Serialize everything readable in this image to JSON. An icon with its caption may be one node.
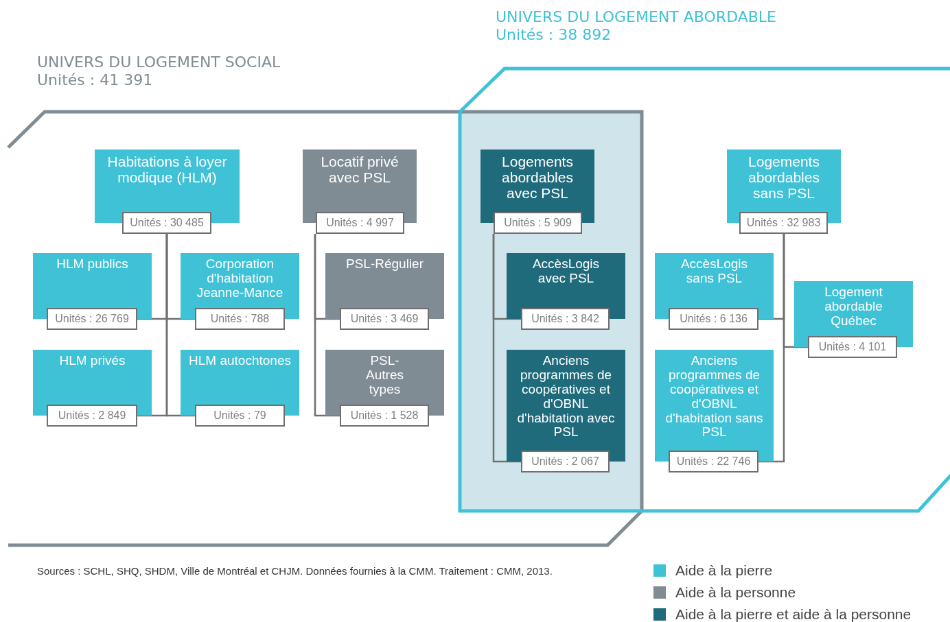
{
  "diagram": {
    "nodes": [
      {
        "text": [
          "UNIVERS DU LOGEMENT SOCIAL",
          "Unités : 41 391"
        ]
      },
      {
        "text": [
          "UNIVERS DU LOGEMENT ABORDABLE",
          "Unités : 38 892"
        ]
      },
      {
        "text": [
          "Habitations à loyer modique (HLM)",
          "Unités : 30 485"
        ],
        "in": 0
      },
      {
        "text": [
          "Locatif privé avec PSL",
          "Unités : 4 997"
        ],
        "in": 0
      },
      {
        "text": [
          "Logements abordables avec PSL",
          "Unités : 5 909"
        ]
      },
      {
        "text": [
          "Logements abordables sans PSL",
          "Unités : 32 983"
        ],
        "in": 1
      },
      {
        "text": [
          "HLM publics",
          "Unités : 26 769"
        ],
        "in": 0
      },
      {
        "text": [
          "Corporation d'habitation Jeanne-Mance",
          "Unités : 788"
        ],
        "in": 0
      },
      {
        "text": [
          "PSL-Régulier",
          "Unités : 3 469"
        ],
        "in": 0
      },
      {
        "text": [
          "AccèsLogis avec PSL",
          "Unités : 3 842"
        ]
      },
      {
        "text": [
          "AccèsLogis sans PSL",
          "Unités : 6 136"
        ],
        "in": 1
      },
      {
        "text": [
          "Logement abordable Québec",
          "Unités : 4 101"
        ],
        "in": 1
      },
      {
        "text": [
          "HLM privés",
          "Unités : 2 849"
        ],
        "in": 0
      },
      {
        "text": [
          "HLM autochtones",
          "Unités : 79"
        ],
        "in": 0
      },
      {
        "text": [
          "PSL- Autres types",
          "Unités : 1 528"
        ],
        "in": 0
      },
      {
        "text": [
          "Anciens programmes de coopératives et d'OBNL d'habitation avec PSL",
          "Unités : 2 067"
        ]
      },
      {
        "text": [
          "Anciens programmes de coopératives et d'OBNL d'habitation sans PSL",
          "Unités : 22 746"
        ],
        "in": 1
      }
    ],
    "edges": [
      {
        "from": 2,
        "to": 6,
        "arrow": "none"
      },
      {
        "from": 2,
        "to": 7,
        "arrow": "none"
      },
      {
        "from": 2,
        "to": 12,
        "arrow": "none"
      },
      {
        "from": 2,
        "to": 13,
        "arrow": "none"
      },
      {
        "from": 3,
        "to": 8,
        "arrow": "none"
      },
      {
        "from": 3,
        "to": 14,
        "arrow": "none"
      },
      {
        "from": 4,
        "to": 9,
        "arrow": "none"
      },
      {
        "from": 4,
        "to": 15,
        "arrow": "none"
      },
      {
        "from": 5,
        "to": 10,
        "arrow": "none"
      },
      {
        "from": 5,
        "to": 11,
        "arrow": "none"
      },
      {
        "from": 5,
        "to": 16,
        "arrow": "none"
      }
    ],
    "labels": [
      "Sources : SCHL, SHQ, SHDM, Ville de Montréal et CHJM. Données fournies à la CMM. Traitement : CMM, 2013."
    ],
    "legend": [
      {
        "text": "Aide à la pierre",
        "color": "#3fc1d6"
      },
      {
        "text": "Aide à la personne",
        "color": "#7f8c93"
      },
      {
        "text": "Aide à la pierre et aide à la personne",
        "color": "#1f6b7b"
      }
    ]
  }
}
